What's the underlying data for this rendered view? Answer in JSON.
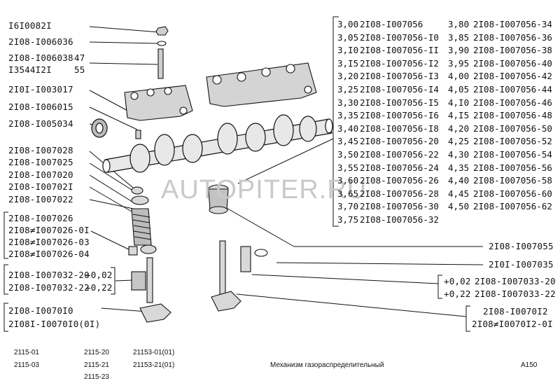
{
  "watermark": "AUTOPITER.RU",
  "left_labels": {
    "l1": "I6I0082I",
    "l2": "2I08-I006036",
    "l3": "2I08-I006038",
    "l3b": "47",
    "l4": "I3544I2I",
    "l4b": "55",
    "l5": "2I0I-I003017",
    "l6": "2I08-I006015",
    "l7": "2I08-I005034",
    "l8": "2I08-I007028",
    "l9": "2I08-I007025",
    "l10": "2I08-I007020",
    "l11": "2I08-I00702I",
    "l12": "2I08-I007022",
    "l13": "2I08-I007026",
    "l14": "2I08≠I007026-0I",
    "l15": "2I08≠I007026-03",
    "l16": "2I08≠I007026-04",
    "l17": "2I08-I007032-20",
    "l17b": "+0,02",
    "l18": "2I08-I007032-22",
    "l18b": "+0,22",
    "l19": "2I08-I0070I0",
    "l20": "2I08I-I0070I0(0I)"
  },
  "table": {
    "rows": [
      [
        "3,00",
        "2I08-I007056",
        "3,80",
        "2I08-I007056-34"
      ],
      [
        "3,05",
        "2I08-I007056-I0",
        "3,85",
        "2I08-I007056-36"
      ],
      [
        "3,I0",
        "2I08-I007056-II",
        "3,90",
        "2I08-I007056-38"
      ],
      [
        "3,I5",
        "2I08-I007056-I2",
        "3,95",
        "2I08-I007056-40"
      ],
      [
        "3,20",
        "2I08-I007056-I3",
        "4,00",
        "2I08-I007056-42"
      ],
      [
        "3,25",
        "2I08-I007056-I4",
        "4,05",
        "2I08-I007056-44"
      ],
      [
        "3,30",
        "2I08-I007056-I5",
        "4,I0",
        "2I08-I007056-46"
      ],
      [
        "3,35",
        "2I08-I007056-I6",
        "4,I5",
        "2I08-I007056-48"
      ],
      [
        "3,40",
        "2I08-I007056-I8",
        "4,20",
        "2I08-I007056-50"
      ],
      [
        "3,45",
        "2I08-I007056-20",
        "4,25",
        "2I08-I007056-52"
      ],
      [
        "3,50",
        "2I08-I007056-22",
        "4,30",
        "2I08-I007056-54"
      ],
      [
        "3,55",
        "2I08-I007056-24",
        "4,35",
        "2I08-I007056-56"
      ],
      [
        "3,60",
        "2I08-I007056-26",
        "4,40",
        "2I08-I007056-58"
      ],
      [
        "3,65",
        "2I08-I007056-28",
        "4,45",
        "2I08-I007056-60"
      ],
      [
        "3,70",
        "2I08-I007056-30",
        "4,50",
        "2I08-I007056-62"
      ],
      [
        "3,75",
        "2I08-I007056-32",
        "",
        ""
      ]
    ]
  },
  "right_labels": {
    "r1": "2I08-I007055",
    "r2": "2I0I-I007035",
    "r3a": "+0,02",
    "r3b": "2I08-I007033-20",
    "r4a": "+0,22",
    "r4b": "2I08-I007033-22",
    "r5": "2I08-I0070I2",
    "r6": "2I08≠I0070I2-0I"
  },
  "footer": {
    "m1": "2115-01",
    "m2": "2115-03",
    "m3": "2115-20",
    "m4": "2115-21",
    "m5": "2115-23",
    "m6": "21153-01(01)",
    "m7": "21153-21(01)",
    "title": "Механизм газораспределительный",
    "page": "A150"
  }
}
